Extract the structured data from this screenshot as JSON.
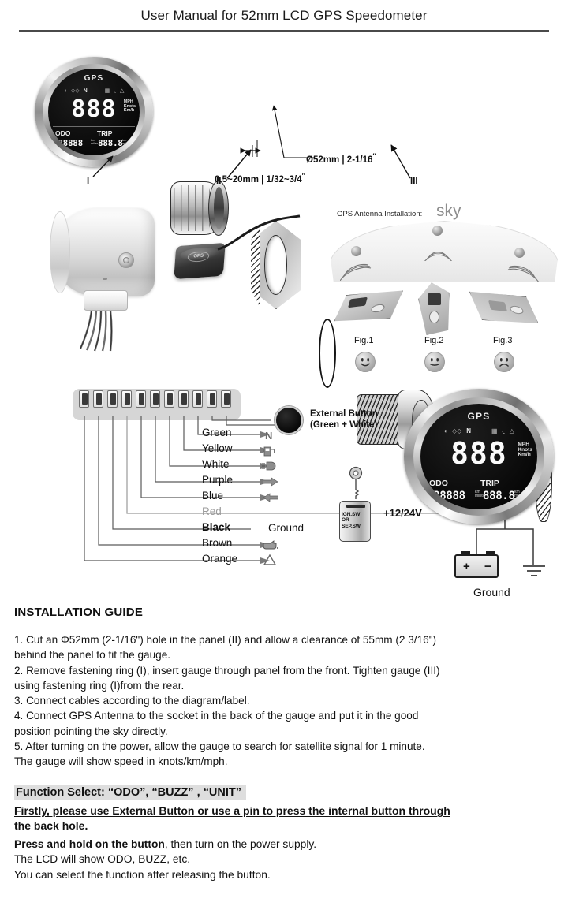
{
  "document": {
    "title": "User Manual for 52mm LCD GPS Speedometer"
  },
  "gauge_display": {
    "brand_text": "GPS",
    "status_icons": [
      "headlight-icon",
      "turn-signal-icons",
      "neutral-N",
      "fuel-icon",
      "oil-icon",
      "warning-triangle-icon"
    ],
    "neutral_label": "N",
    "speed_digits": "888",
    "units": [
      "MPH",
      "Knots",
      "Km/h"
    ],
    "odo_label": "ODO",
    "trip_label": "TRIP",
    "odo_value": "888888",
    "trip_value": "888.8",
    "odo_unit": "km\nmiles",
    "trip_unit": "km\nmiles"
  },
  "exploded_view": {
    "parts": [
      {
        "id": "I",
        "name": "fastening-ring"
      },
      {
        "id": "II",
        "name": "panel-plate"
      },
      {
        "id": "III",
        "name": "threaded-body"
      }
    ],
    "dimensions": {
      "diameter": "Ø52mm | 2-1/16",
      "diameter_unit_mark": "″",
      "panel_thickness": "0.5~20mm | 1/32~3/4",
      "panel_thickness_unit_mark": "″"
    }
  },
  "antenna_section": {
    "title": "GPS  Antenna Installation:",
    "sky_label": "sky",
    "figures": [
      {
        "label": "Fig.1",
        "mood": "happy"
      },
      {
        "label": "Fig.2",
        "mood": "neutral"
      },
      {
        "label": "Fig.3",
        "mood": "sad"
      }
    ]
  },
  "wiring": {
    "pin_count": 11,
    "external_button": {
      "line1": "External Button",
      "line2": "(Green + White)"
    },
    "wires": [
      {
        "color": "Green",
        "icon": "neutral-N-icon",
        "icon_glyph": "N",
        "bold": false,
        "muted": false
      },
      {
        "color": "Yellow",
        "icon": "fuel-pump-icon",
        "icon_glyph": "fuel",
        "bold": false,
        "muted": false
      },
      {
        "color": "White",
        "icon": "headlight-icon",
        "icon_glyph": "lamp",
        "bold": false,
        "muted": false
      },
      {
        "color": "Purple",
        "icon": "right-arrow-icon",
        "icon_glyph": "→",
        "bold": false,
        "muted": false
      },
      {
        "color": "Blue",
        "icon": "left-arrow-icon",
        "icon_glyph": "←",
        "bold": false,
        "muted": false
      },
      {
        "color": "Red",
        "icon": "none",
        "icon_glyph": "",
        "bold": false,
        "muted": true
      },
      {
        "color": "Black",
        "icon": "ground-icon",
        "icon_glyph": "",
        "bold": true,
        "muted": false
      },
      {
        "color": "Brown",
        "icon": "oil-can-icon",
        "icon_glyph": "oil",
        "bold": false,
        "muted": false
      },
      {
        "color": "Orange",
        "icon": "warning-triangle-icon",
        "icon_glyph": "⚠",
        "bold": false,
        "muted": false
      }
    ],
    "black_wire_note": "Ground",
    "ignition_switch": {
      "line1": "IGN.SW",
      "line2": "OR",
      "line3": "SEP.SW"
    },
    "voltage_label": "+12/24V",
    "battery": {
      "positive": "+",
      "negative": "−"
    },
    "ground_label": "Ground"
  },
  "installation_guide": {
    "heading": "INSTALLATION GUIDE",
    "steps": [
      "1. Cut an Φ52mm (2-1/16\") hole in the panel (II) and allow a clearance of 55mm (2 3/16\")",
      "behind the panel to fit the gauge.",
      "2. Remove fastening ring (I), insert gauge through panel from the front. Tighten gauge (III)",
      "using fastening ring (I)from the rear.",
      "3. Connect cables according to the diagram/label.",
      "4. Connect GPS Antenna to the socket in the back of the gauge and put it in the good",
      "position pointing the sky directly.",
      "5. After turning on the power, allow the gauge to search for satellite signal for 1 minute.",
      "The gauge will show speed in knots/km/mph."
    ]
  },
  "function_select": {
    "header": "Function Select:   “ODO”,  “BUZZ” , “UNIT”",
    "underlined_line1": "Firstly, please use External Button or use a pin to press the internal button through",
    "underlined_line2": "the back hole.",
    "press_bold": "Press and hold on the button",
    "press_rest": ", then turn on the power supply.",
    "lcd_line": "The LCD will show ODO, BUZZ, etc.",
    "select_line": "You can select the function after releasing the button."
  }
}
